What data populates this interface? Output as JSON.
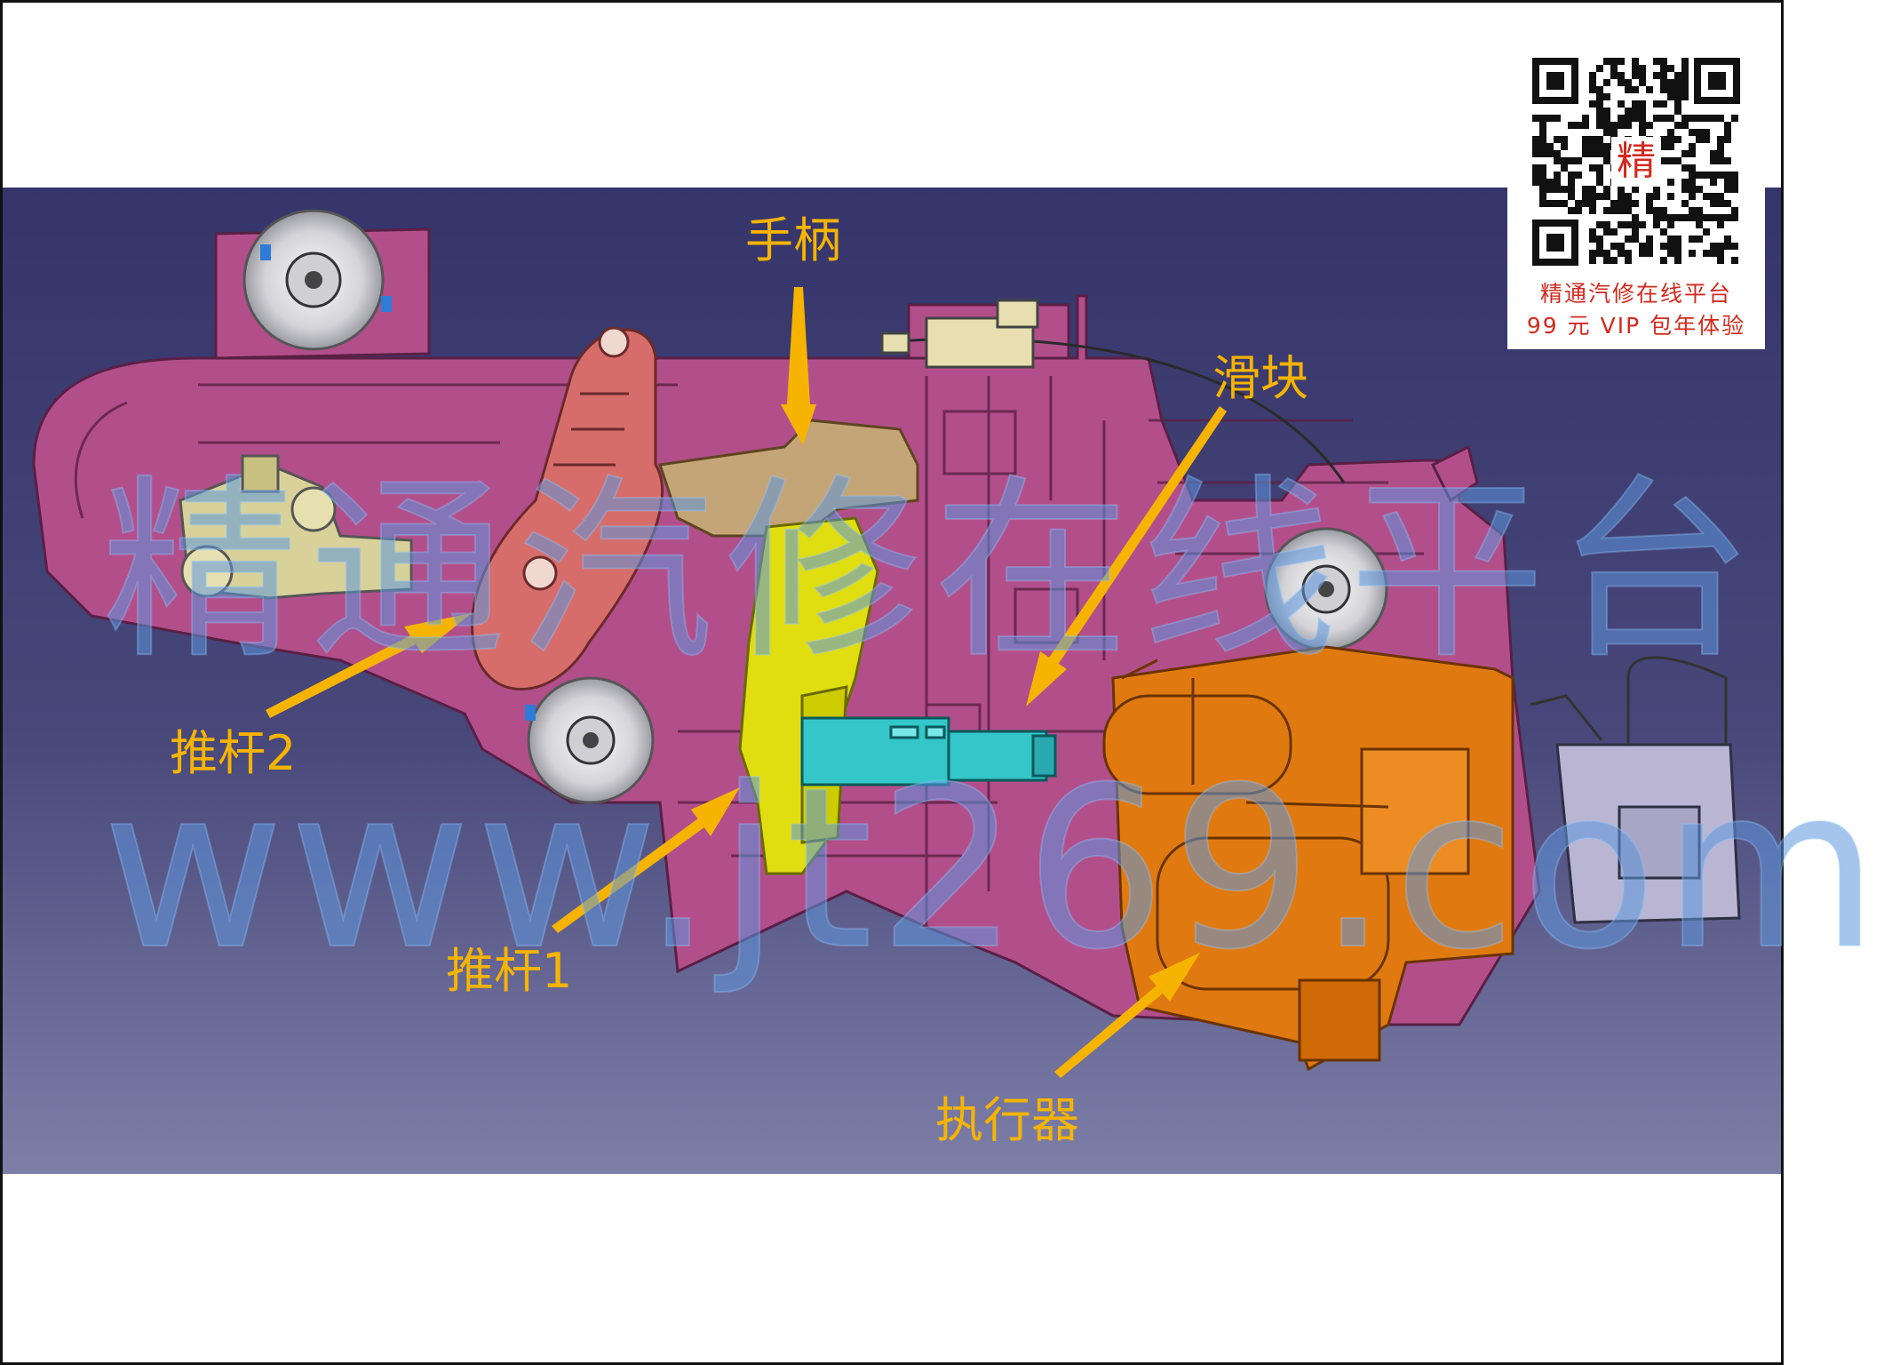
{
  "labels": {
    "handle": "手柄",
    "slider": "滑块",
    "push_rod_2": "推杆2",
    "push_rod_1": "推杆1",
    "actuator": "执行器"
  },
  "badge": {
    "qr_center_char": "精",
    "line1": "精通汽修在线平台",
    "line2": "99 元 VIP 包年体验"
  },
  "watermark": {
    "chinese": "精通汽修在线平台",
    "url": "www.jt269.com"
  },
  "colors": {
    "background_top": "#35356b",
    "background_bottom": "#7d7fa8",
    "housing": "#b24f8a",
    "handle": "#d66d6a",
    "push_rod_1": "#e0dd10",
    "slider": "#34c6c9",
    "actuator": "#e07a10",
    "label": "#f6b400",
    "qr_text": "#d22a1e"
  }
}
